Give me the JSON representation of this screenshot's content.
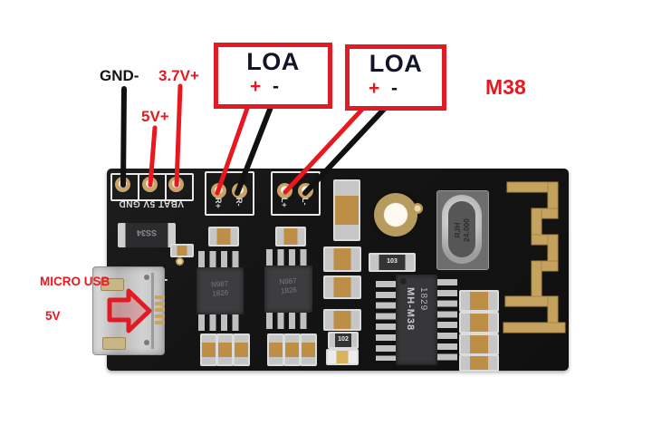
{
  "annotations": {
    "gnd": "GND-",
    "battery": "3.7V+",
    "five_volt": "5V+",
    "module": "M38",
    "micro_usb": "MICRO USB",
    "usb_power": "5V",
    "loa_right": {
      "title": "LOA",
      "plus": "+",
      "minus": "-"
    },
    "loa_left": {
      "title": "LOA",
      "plus": "+",
      "minus": "-"
    }
  },
  "board": {
    "power_silk": "VBAT 5V GND",
    "r_plus": "R+",
    "r_minus": "R-",
    "l_plus": "L+",
    "l_minus": "L-",
    "diode": "SS34",
    "plus_silk": "+",
    "amp1": {
      "line1": "N987",
      "line2": "1826"
    },
    "amp2": {
      "line1": "N987",
      "line2": "1826"
    },
    "mcu": {
      "line1": "MH-M38",
      "line2": "1829"
    },
    "crystal": {
      "line1": "RJH",
      "line2": "24.000"
    },
    "cap103": "103",
    "cap102": "102"
  },
  "colors": {
    "annotation_red": "#e8181e",
    "pcb_black": "#141414",
    "antenna_gold": "#c6a25f"
  }
}
